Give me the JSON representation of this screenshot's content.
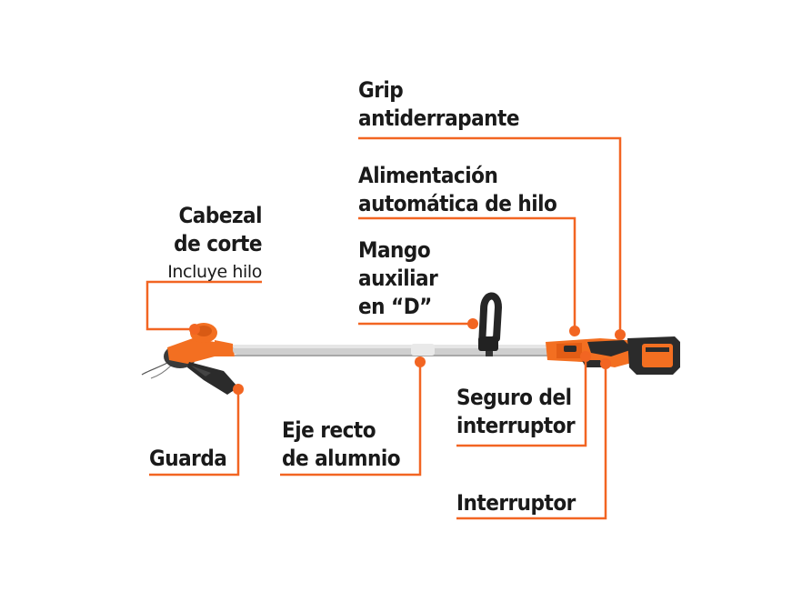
{
  "colors": {
    "accent": "#f26522",
    "text": "#1a1a1a",
    "tool_orange": "#f36f21",
    "tool_dark": "#2b2b2b",
    "shaft": "#c9c9c9"
  },
  "labels": {
    "grip": [
      "Grip",
      "antiderrapante"
    ],
    "alimentacion": [
      "Alimentación",
      "automática de hilo"
    ],
    "mango": [
      "Mango",
      "auxiliar",
      "en “D”"
    ],
    "cabezal": [
      "Cabezal",
      "de corte"
    ],
    "cabezal_sub": "Incluye hilo",
    "guarda": [
      "Guarda"
    ],
    "eje": [
      "Eje recto",
      "de alumnio"
    ],
    "seguro": [
      "Seguro del",
      "interruptor"
    ],
    "interruptor": [
      "Interruptor"
    ]
  }
}
